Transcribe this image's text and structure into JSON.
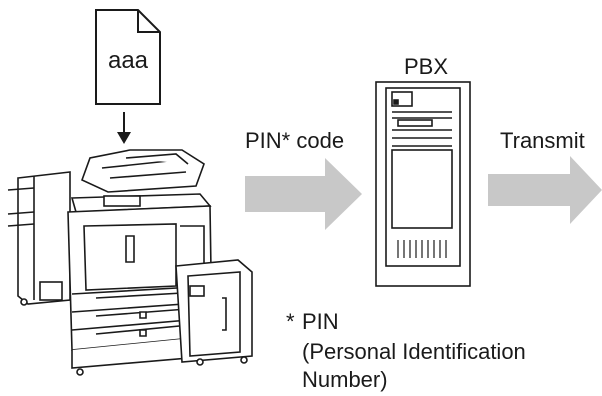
{
  "document": {
    "text": "aaa"
  },
  "labels": {
    "pin_code": "PIN* code",
    "pbx": "PBX",
    "transmit": "Transmit"
  },
  "footnote": {
    "marker": "*",
    "term": "PIN",
    "expansion_line1": "(Personal Identification",
    "expansion_line2": "Number)"
  },
  "colors": {
    "arrow": "#c8c8c8",
    "line": "#1a1a1a",
    "machine_fill": "#ffffff"
  }
}
